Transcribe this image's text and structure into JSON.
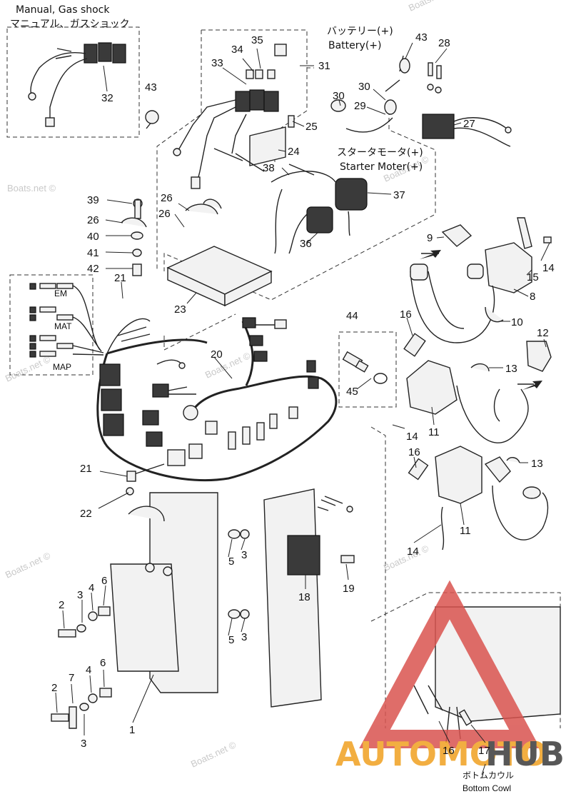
{
  "labels": {
    "manual_gas_shock_en": "Manual, Gas shock",
    "manual_gas_shock_jp": "マニュアル、ガスショック",
    "battery_jp": "バッテリー(+)",
    "battery_en": "Battery(+)",
    "starter_jp": "スタータモータ(+)",
    "starter_en": "Starter Moter(+)",
    "em": "EM",
    "mat": "MAT",
    "map": "MAP",
    "bottom_cowl_jp": "ボトムカウル",
    "bottom_cowl_en": "Bottom Cowl"
  },
  "watermark": "Boats.net ©",
  "brand": {
    "part1": "AUTOMOTO",
    "part2": "HUB",
    "color_main": "#f0a020",
    "color_dark": "#3a3a3a",
    "triangle_color": "#d9534f"
  },
  "callouts": {
    "n32": "32",
    "n31": "31",
    "n33": "33",
    "n34": "34",
    "n35": "35",
    "n43a": "43",
    "n43b": "43",
    "n28": "28",
    "n30a": "30",
    "n30b": "30",
    "n29": "29",
    "n27": "27",
    "n25": "25",
    "n24": "24",
    "n38": "38",
    "n37": "37",
    "n36": "36",
    "n39": "39",
    "n26a": "26",
    "n26b": "26",
    "n26c": "26",
    "n40": "40",
    "n41": "41",
    "n42": "42",
    "n21a": "21",
    "n21b": "21",
    "n23": "23",
    "n9": "9",
    "n14a": "14",
    "n14b": "14",
    "n14c": "14",
    "n15": "15",
    "n8": "8",
    "n16a": "16",
    "n16b": "16",
    "n16c": "16",
    "n10": "10",
    "n44": "44",
    "n12": "12",
    "n20": "20",
    "n13a": "13",
    "n13b": "13",
    "n45": "45",
    "n11a": "11",
    "n11b": "11",
    "n22": "22",
    "n5a": "5",
    "n5b": "5",
    "n3a": "3",
    "n3b": "3",
    "n3c": "3",
    "n2a": "2",
    "n2b": "2",
    "n4a": "4",
    "n4b": "4",
    "n6a": "6",
    "n6b": "6",
    "n7": "7",
    "n1": "1",
    "n18": "18",
    "n19": "19",
    "n17": "17"
  }
}
